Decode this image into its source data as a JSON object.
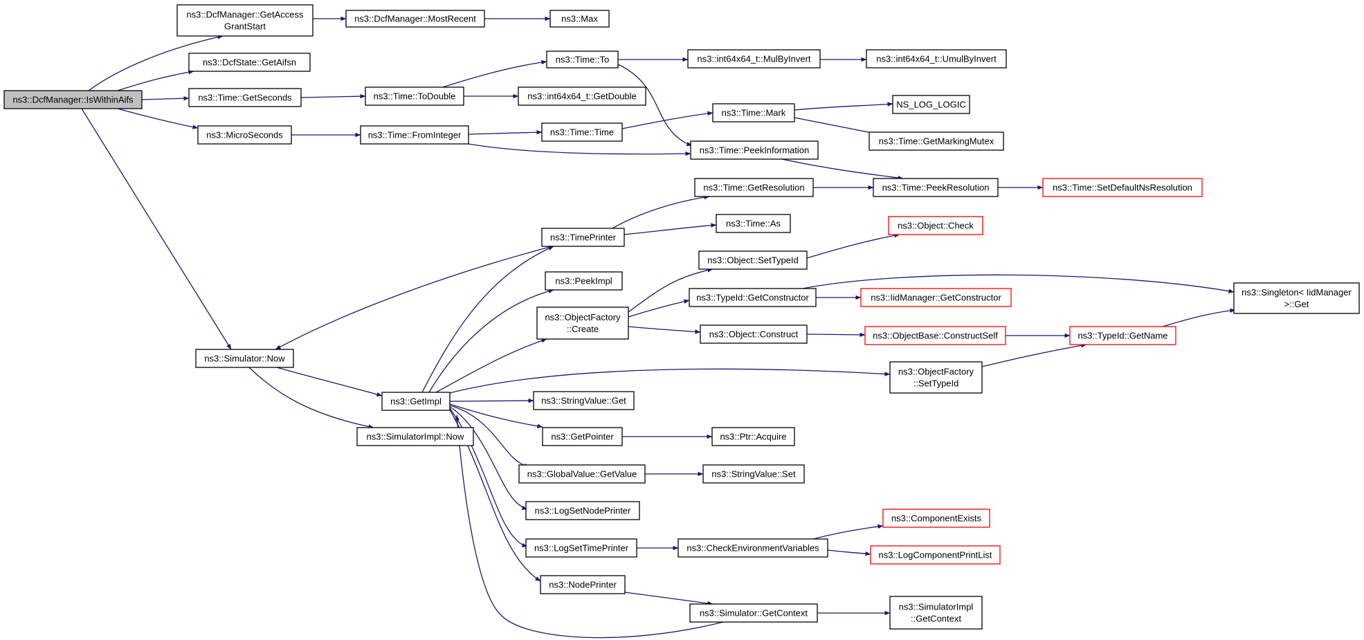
{
  "graph": {
    "colors": {
      "edge": "#191970",
      "node_border": "#000000",
      "node_fill": "#ffffff",
      "root_fill": "#bfbfbf",
      "truncated_border": "#ff0000"
    },
    "nodes": [
      {
        "id": "root",
        "lines": [
          "ns3::DcfManager::IsWithinAifs"
        ],
        "root": true
      },
      {
        "id": "getaccess",
        "lines": [
          "ns3::DcfManager::GetAccess",
          "GrantStart"
        ]
      },
      {
        "id": "mostrecent",
        "lines": [
          "ns3::DcfManager::MostRecent"
        ]
      },
      {
        "id": "max",
        "lines": [
          "ns3::Max"
        ]
      },
      {
        "id": "getaifsn",
        "lines": [
          "ns3::DcfState::GetAifsn"
        ]
      },
      {
        "id": "getseconds",
        "lines": [
          "ns3::Time::GetSeconds"
        ]
      },
      {
        "id": "todouble",
        "lines": [
          "ns3::Time::ToDouble"
        ]
      },
      {
        "id": "timeto",
        "lines": [
          "ns3::Time::To"
        ]
      },
      {
        "id": "mulbyinvert",
        "lines": [
          "ns3::int64x64_t::MulByInvert"
        ]
      },
      {
        "id": "umulbyinvert",
        "lines": [
          "ns3::int64x64_t::UmulByInvert"
        ]
      },
      {
        "id": "getdouble",
        "lines": [
          "ns3::int64x64_t::GetDouble"
        ]
      },
      {
        "id": "microseconds",
        "lines": [
          "ns3::MicroSeconds"
        ]
      },
      {
        "id": "frominteger",
        "lines": [
          "ns3::Time::FromInteger"
        ]
      },
      {
        "id": "timetime",
        "lines": [
          "ns3::Time::Time"
        ]
      },
      {
        "id": "mark",
        "lines": [
          "ns3::Time::Mark"
        ]
      },
      {
        "id": "nslog",
        "lines": [
          "NS_LOG_LOGIC"
        ]
      },
      {
        "id": "markingmutex",
        "lines": [
          "ns3::Time::GetMarkingMutex"
        ]
      },
      {
        "id": "peekinfo",
        "lines": [
          "ns3::Time::PeekInformation"
        ]
      },
      {
        "id": "getresolution",
        "lines": [
          "ns3::Time::GetResolution"
        ]
      },
      {
        "id": "peekresolution",
        "lines": [
          "ns3::Time::PeekResolution"
        ]
      },
      {
        "id": "setdefaultns",
        "lines": [
          "ns3::Time::SetDefaultNsResolution"
        ],
        "truncated": true
      },
      {
        "id": "timeprinter",
        "lines": [
          "ns3::TimePrinter"
        ]
      },
      {
        "id": "timeas",
        "lines": [
          "ns3::Time::As"
        ]
      },
      {
        "id": "objcheck",
        "lines": [
          "ns3::Object::Check"
        ],
        "truncated": true
      },
      {
        "id": "settypeid",
        "lines": [
          "ns3::Object::SetTypeId"
        ]
      },
      {
        "id": "peekimpl",
        "lines": [
          "ns3::PeekImpl"
        ]
      },
      {
        "id": "ofcreate",
        "lines": [
          "ns3::ObjectFactory",
          "::Create"
        ]
      },
      {
        "id": "tidgetctor",
        "lines": [
          "ns3::TypeId::GetConstructor"
        ]
      },
      {
        "id": "iidgetctor",
        "lines": [
          "ns3::IidManager::GetConstructor"
        ],
        "truncated": true
      },
      {
        "id": "singleton",
        "lines": [
          "ns3::Singleton< IidManager",
          ">::Get"
        ]
      },
      {
        "id": "objconstruct",
        "lines": [
          "ns3::Object::Construct"
        ]
      },
      {
        "id": "constructself",
        "lines": [
          "ns3::ObjectBase::ConstructSelf"
        ],
        "truncated": true
      },
      {
        "id": "getname",
        "lines": [
          "ns3::TypeId::GetName"
        ],
        "truncated": true
      },
      {
        "id": "simnow",
        "lines": [
          "ns3::Simulator::Now"
        ]
      },
      {
        "id": "getimpl",
        "lines": [
          "ns3::GetImpl"
        ]
      },
      {
        "id": "ofsettypeid",
        "lines": [
          "ns3::ObjectFactory",
          "::SetTypeId"
        ]
      },
      {
        "id": "stringget",
        "lines": [
          "ns3::StringValue::Get"
        ]
      },
      {
        "id": "simimplnow",
        "lines": [
          "ns3::SimulatorImpl::Now"
        ]
      },
      {
        "id": "getpointer",
        "lines": [
          "ns3::GetPointer"
        ]
      },
      {
        "id": "ptracquire",
        "lines": [
          "ns3::Ptr::Acquire"
        ]
      },
      {
        "id": "gvgetvalue",
        "lines": [
          "ns3::GlobalValue::GetValue"
        ]
      },
      {
        "id": "stringset",
        "lines": [
          "ns3::StringValue::Set"
        ]
      },
      {
        "id": "logsetnode",
        "lines": [
          "ns3::LogSetNodePrinter"
        ]
      },
      {
        "id": "componentexists",
        "lines": [
          "ns3::ComponentExists"
        ],
        "truncated": true
      },
      {
        "id": "logsettime",
        "lines": [
          "ns3::LogSetTimePrinter"
        ]
      },
      {
        "id": "checkenv",
        "lines": [
          "ns3::CheckEnvironmentVariables"
        ]
      },
      {
        "id": "logcomplist",
        "lines": [
          "ns3::LogComponentPrintList"
        ],
        "truncated": true
      },
      {
        "id": "nodeprinter",
        "lines": [
          "ns3::NodePrinter"
        ]
      },
      {
        "id": "simgetcontext",
        "lines": [
          "ns3::Simulator::GetContext"
        ]
      },
      {
        "id": "simimplgetcontext",
        "lines": [
          "ns3::SimulatorImpl",
          "::GetContext"
        ]
      }
    ]
  }
}
